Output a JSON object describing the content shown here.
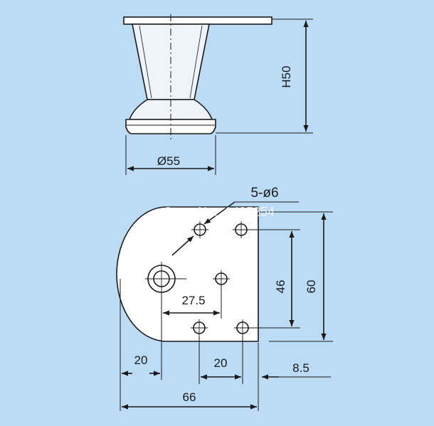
{
  "colors": {
    "background": "#bcdcf5",
    "line": "#1a1a1a",
    "watermark": "#ffffff"
  },
  "dimensions": {
    "height": "H50",
    "diameter": "Ø55",
    "holes": "5-ø6",
    "inner_vertical": "46",
    "outer_vertical": "60",
    "offset": "27.5",
    "left_width": "20",
    "hole_spacing": "20",
    "right_margin": "8.5",
    "total_width": "66"
  },
  "watermark": "Store No.: 1405254"
}
